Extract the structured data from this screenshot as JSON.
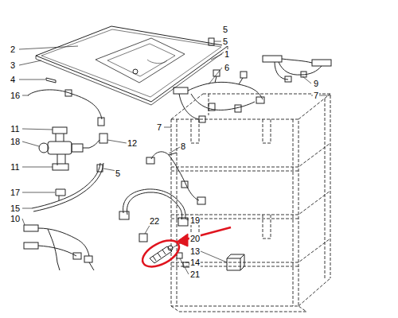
{
  "diagram": {
    "labels": [
      "2",
      "5",
      "1",
      "6",
      "3",
      "4",
      "9",
      "16",
      "7",
      "5",
      "7",
      "11",
      "18",
      "12",
      "8",
      "11",
      "5",
      "17",
      "15",
      "10",
      "22",
      "19",
      "20",
      "13",
      "14",
      "21"
    ]
  }
}
